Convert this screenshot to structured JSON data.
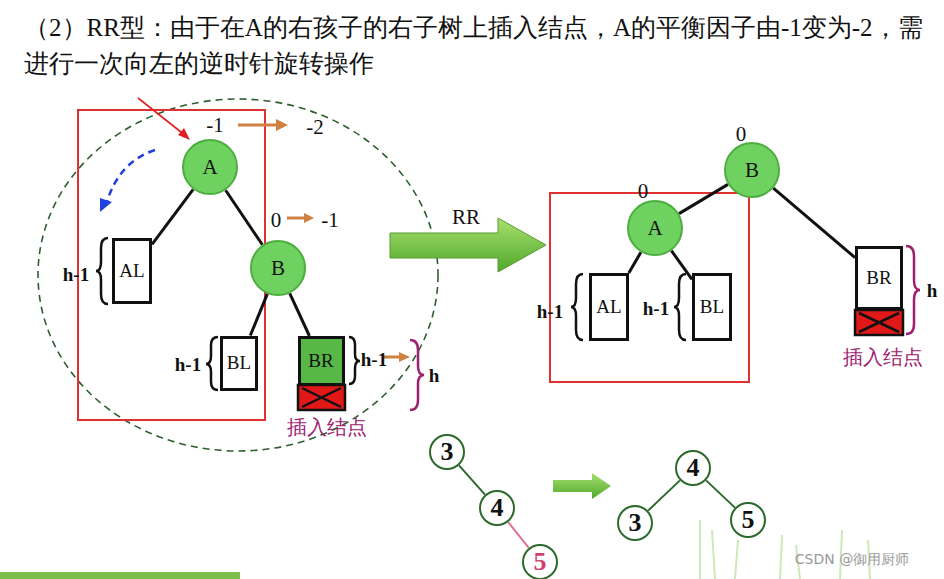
{
  "diagram": {
    "title": "（2）RR型：由于在A的右孩子的右子树上插入结点，A的平衡因子由-1变为-2，需进行一次向左的逆时针旋转操作",
    "nodes": [
      {
        "text": [
          "A"
        ]
      },
      {
        "text": [
          "AL"
        ]
      },
      {
        "text": [
          "B"
        ]
      },
      {
        "text": [
          "BL"
        ]
      },
      {
        "text": [
          "BR"
        ]
      },
      {
        "text": [
          "B"
        ]
      },
      {
        "text": [
          "A"
        ]
      },
      {
        "text": [
          "AL"
        ]
      },
      {
        "text": [
          "BL"
        ]
      },
      {
        "text": [
          "BR"
        ]
      },
      {
        "text": [
          "3"
        ]
      },
      {
        "text": [
          "4"
        ]
      },
      {
        "text": [
          "5"
        ]
      },
      {
        "text": [
          "4"
        ]
      },
      {
        "text": [
          "3"
        ]
      },
      {
        "text": [
          "5"
        ]
      }
    ],
    "edges": [
      {
        "from": 0,
        "to": 1,
        "arrow": "none"
      },
      {
        "from": 0,
        "to": 2,
        "arrow": "none"
      },
      {
        "from": 2,
        "to": 3,
        "arrow": "none"
      },
      {
        "from": 2,
        "to": 4,
        "arrow": "none"
      },
      {
        "from": 5,
        "to": 6,
        "arrow": "none"
      },
      {
        "from": 5,
        "to": 9,
        "arrow": "none"
      },
      {
        "from": 6,
        "to": 7,
        "arrow": "none"
      },
      {
        "from": 6,
        "to": 8,
        "arrow": "none"
      },
      {
        "from": 10,
        "to": 11,
        "arrow": "none"
      },
      {
        "from": 11,
        "to": 12,
        "arrow": "none"
      },
      {
        "from": 13,
        "to": 14,
        "arrow": "none"
      },
      {
        "from": 13,
        "to": 15,
        "arrow": "none"
      }
    ],
    "labels": [
      "-1",
      "-2",
      "0",
      "-1",
      "h-1",
      "h-1",
      "h-1",
      "h",
      "插入结点",
      "RR",
      "0",
      "0",
      "h-1",
      "h-1",
      "h",
      "插入结点",
      "CSDN @御用厨师"
    ]
  }
}
